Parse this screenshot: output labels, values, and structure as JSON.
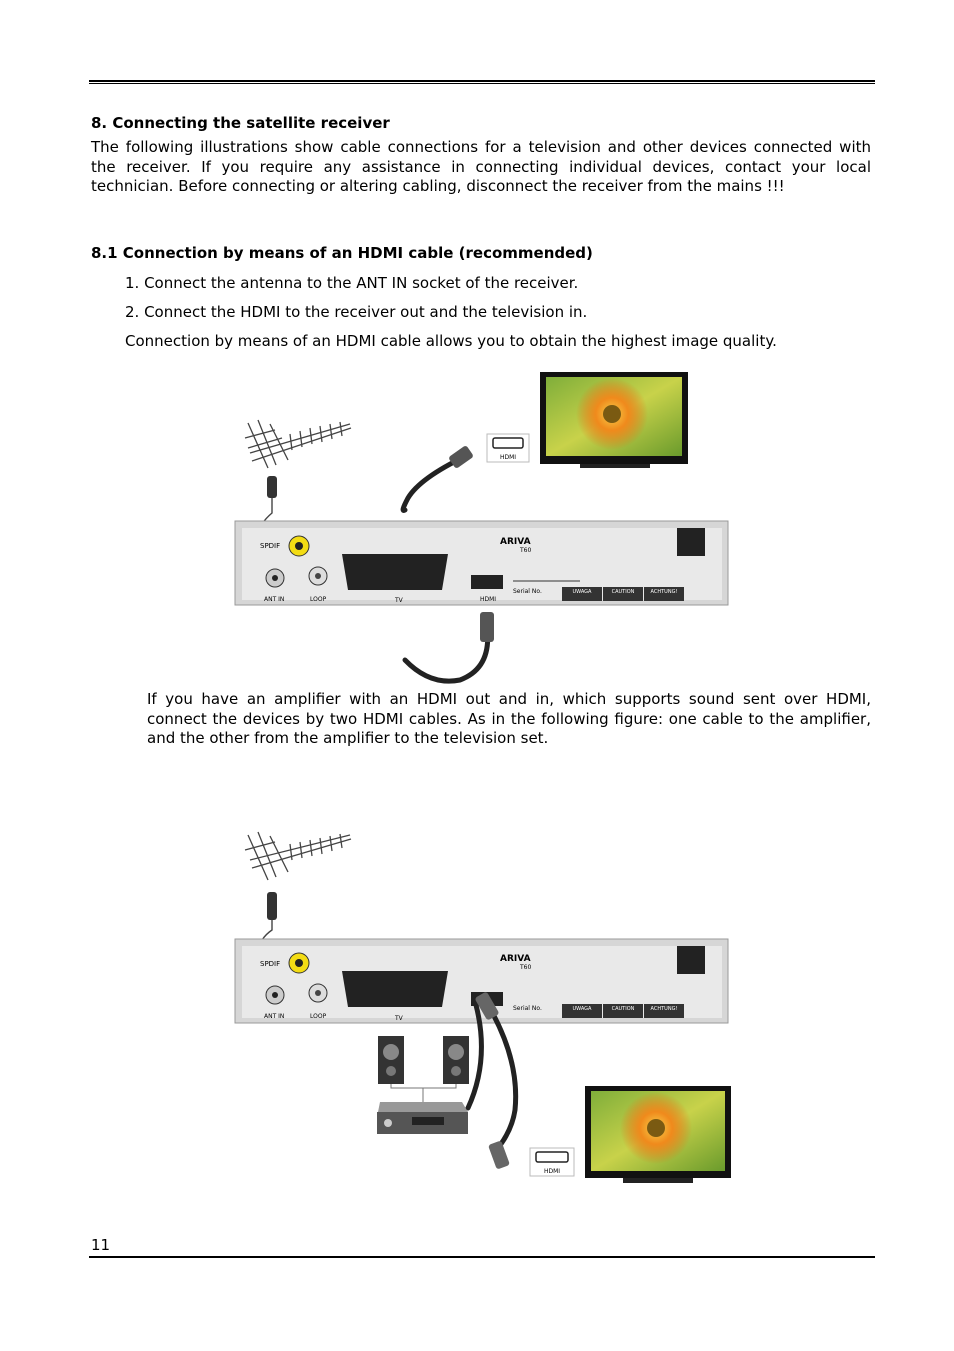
{
  "section": {
    "heading": "8. Connecting the satellite receiver",
    "intro": "The following illustrations show cable connections for a television and other devices connected with the receiver. If you require any assistance in connecting individual devices, contact your local technician. Before connecting or altering cabling, disconnect the receiver from the mains !!!"
  },
  "subsection": {
    "heading": "8.1 Connection by means of an HDMI cable (recommended)",
    "steps": [
      "1. Connect the antenna to the ANT IN socket of the receiver.",
      "2. Connect the HDMI to the receiver out and the television in."
    ],
    "note": "Connection by means of an HDMI cable allows you to obtain the highest image quality.",
    "amplifier_text": "If you have an amplifier with an HDMI out and in, which supports sound sent over HDMI, connect the devices by two HDMI cables. As in the following figure: one cable to the amplifier, and the other from the amplifier to the television set."
  },
  "diagram_labels": {
    "brand": "ARIVA",
    "model": "T60",
    "spdif": "SPDIF",
    "ant_in": "ANT IN",
    "loop": "LOOP",
    "tv": "TV",
    "hdmi": "HDMI",
    "serial": "Serial No.",
    "uwaga": "UWAGA",
    "caution": "CAUTION",
    "achtung": "ACHTUNG!",
    "hdmi_badge": "HDMI"
  },
  "footer": {
    "page_number": "11"
  }
}
